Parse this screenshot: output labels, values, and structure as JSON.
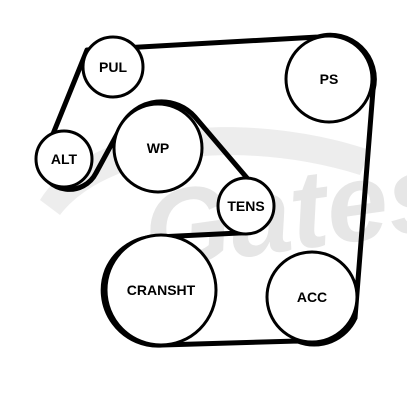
{
  "watermark": {
    "text": "Gates"
  },
  "pulleys": [
    {
      "id": "pul",
      "label": "PUL"
    },
    {
      "id": "ps",
      "label": "PS"
    },
    {
      "id": "alt",
      "label": "ALT"
    },
    {
      "id": "wp",
      "label": "WP"
    },
    {
      "id": "tens",
      "label": "TENS"
    },
    {
      "id": "cransht",
      "label": "CRANSHT"
    },
    {
      "id": "acc",
      "label": "ACC"
    }
  ],
  "colors": {
    "belt": "#000000",
    "pulley_fill": "#ffffff",
    "watermark": "#e6e6e6"
  }
}
